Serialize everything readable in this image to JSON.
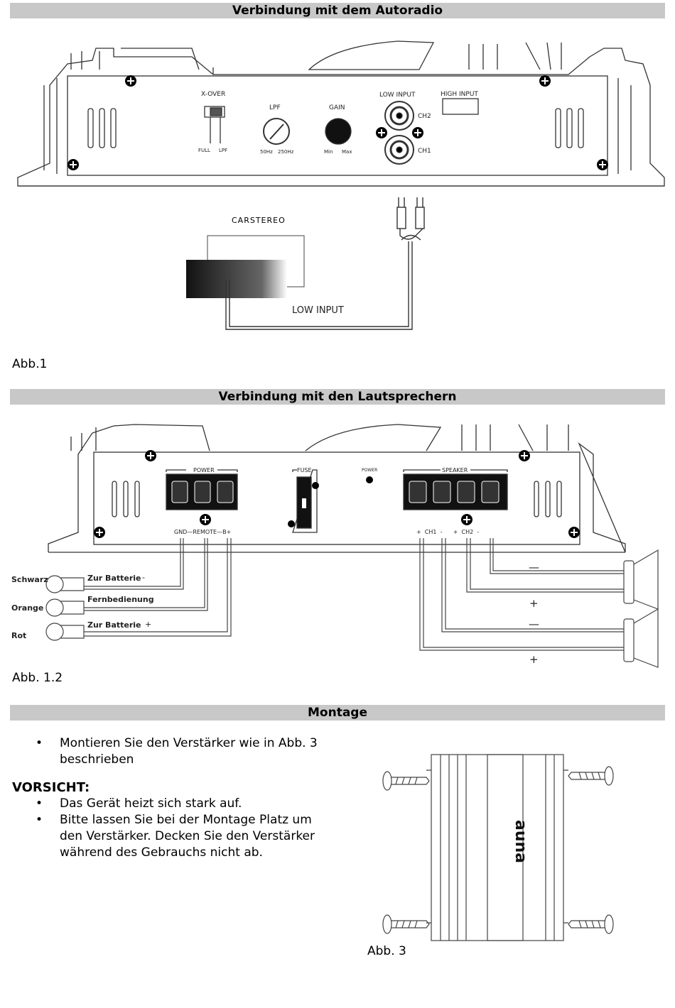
{
  "sections": {
    "radio_title": "Verbindung mit dem Autoradio",
    "speaker_title": "Verbindung mit den Lautsprechern",
    "mount_title": "Montage"
  },
  "figure1": {
    "x_over": "X-OVER",
    "full": "FULL",
    "lpf_switch": "LPF",
    "lpf": "LPF",
    "hz50": "50Hz",
    "hz250": "250Hz",
    "gain": "GAIN",
    "min": "Min",
    "max": "Max",
    "low_input": "LOW INPUT",
    "high_input": "HIGH INPUT",
    "ch2": "CH2",
    "ch1": "CH1",
    "carstereo": "CARSTEREO",
    "low_input_cable": "LOW INPUT",
    "caption": "Abb.1"
  },
  "figure2": {
    "power": "POWER",
    "fuse": "FUSE",
    "power_led": "POWER",
    "speaker": "SPEAKER",
    "gnd_row": "GND—REMOTE—B+",
    "ch_row": "+  CH1  -      +  CH2  -",
    "wire_black": "Schwarz",
    "wire_orange": "Orange",
    "wire_red": "Rot",
    "to_battery_neg": "Zur Batterie",
    "neg_sign": "-",
    "remote": "Fernbedienung",
    "to_battery_pos": "Zur Batterie",
    "pos_sign": "+",
    "minus": "—",
    "plus": "+",
    "caption": "Abb. 1.2"
  },
  "montage": {
    "bullet1_line1": "Montieren Sie den Verstärker wie in Abb. 3",
    "bullet1_line2": "beschrieben",
    "warning": "VORSICHT:",
    "bullet2": "Das Gerät heizt sich stark auf.",
    "bullet3_line1": "Bitte lassen Sie bei der Montage Platz um",
    "bullet3_line2": "den Verstärker. Decken Sie den Verstärker",
    "bullet3_line3": "während des Gebrauchs nicht ab.",
    "brand": "auna",
    "caption": "Abb. 3"
  }
}
